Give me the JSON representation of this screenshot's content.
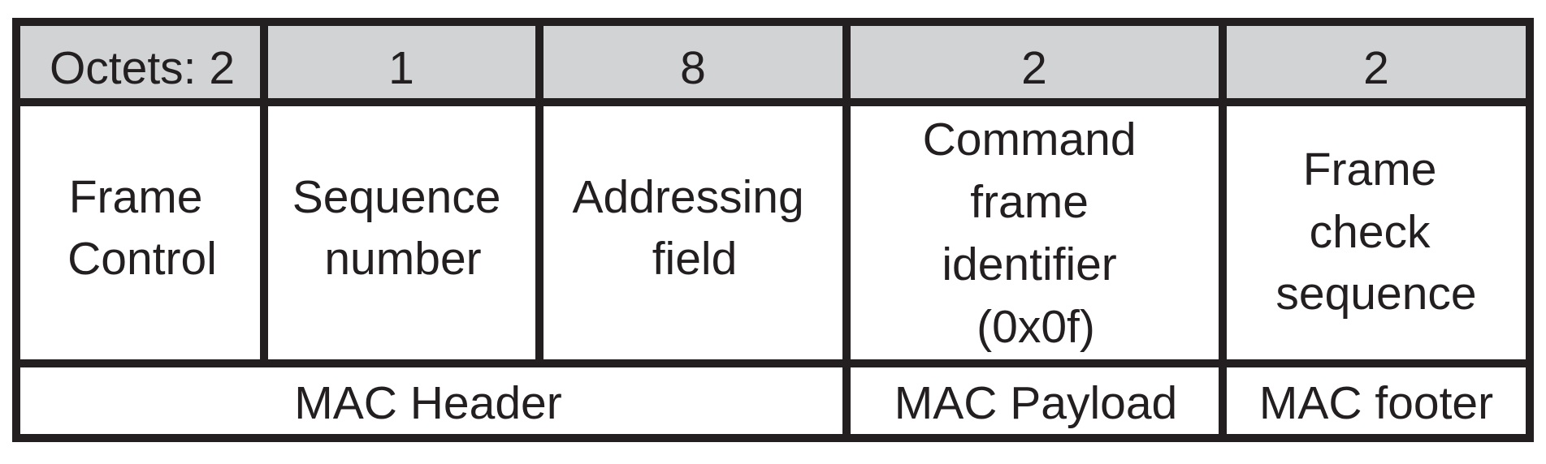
{
  "colors": {
    "header_fill": "#d1d3d4",
    "body_fill": "#ffffff",
    "border": "#231f20",
    "text": "#231f20"
  },
  "octets_row": [
    "Octets: 2",
    "1",
    "8",
    "2",
    "2"
  ],
  "fields": [
    {
      "lines": [
        "Frame",
        "Control"
      ]
    },
    {
      "lines": [
        "Sequence",
        "number"
      ]
    },
    {
      "lines": [
        "Addressing",
        "field"
      ]
    },
    {
      "lines": [
        "Command",
        "frame",
        "identifier",
        "(0x0f)"
      ]
    },
    {
      "lines": [
        "Frame",
        "check",
        "sequence"
      ]
    }
  ],
  "sections": [
    {
      "label": "MAC Header"
    },
    {
      "label": "MAC Payload"
    },
    {
      "label": "MAC footer"
    }
  ]
}
